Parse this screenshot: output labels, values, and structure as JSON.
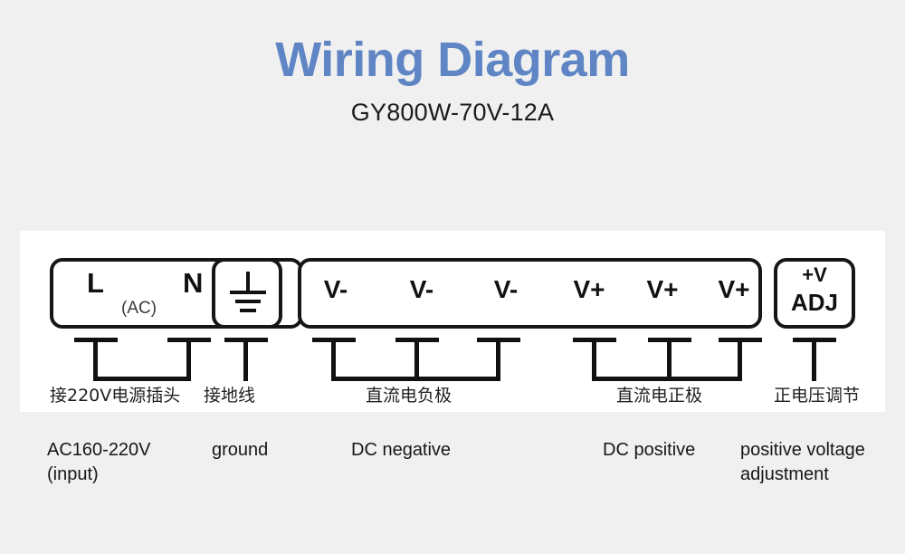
{
  "header": {
    "title": "Wiring Diagram",
    "subtitle": "GY800W-70V-12A",
    "title_color": "#5f85c5"
  },
  "diagram": {
    "boxes": {
      "ac": {
        "pin_l": "L",
        "pin_n": "N",
        "note": "(AC)"
      },
      "ground": {
        "icon": "earth-ground-icon"
      },
      "main": {
        "pins": [
          "V-",
          "V-",
          "V-",
          "V+",
          "V+",
          "V+"
        ]
      },
      "adj": {
        "line1": "+V",
        "line2": "ADJ"
      }
    },
    "cn_labels": [
      "接220V电源插头",
      "接地线",
      "直流电负极",
      "直流电正极",
      "正电压调节"
    ],
    "en_labels": [
      {
        "line1": "AC160-220V",
        "line2": "(input)"
      },
      {
        "line1": "ground",
        "line2": ""
      },
      {
        "line1": "DC negative",
        "line2": ""
      },
      {
        "line1": "DC positive",
        "line2": ""
      },
      {
        "line1": "positive voltage",
        "line2": "adjustment"
      }
    ]
  }
}
